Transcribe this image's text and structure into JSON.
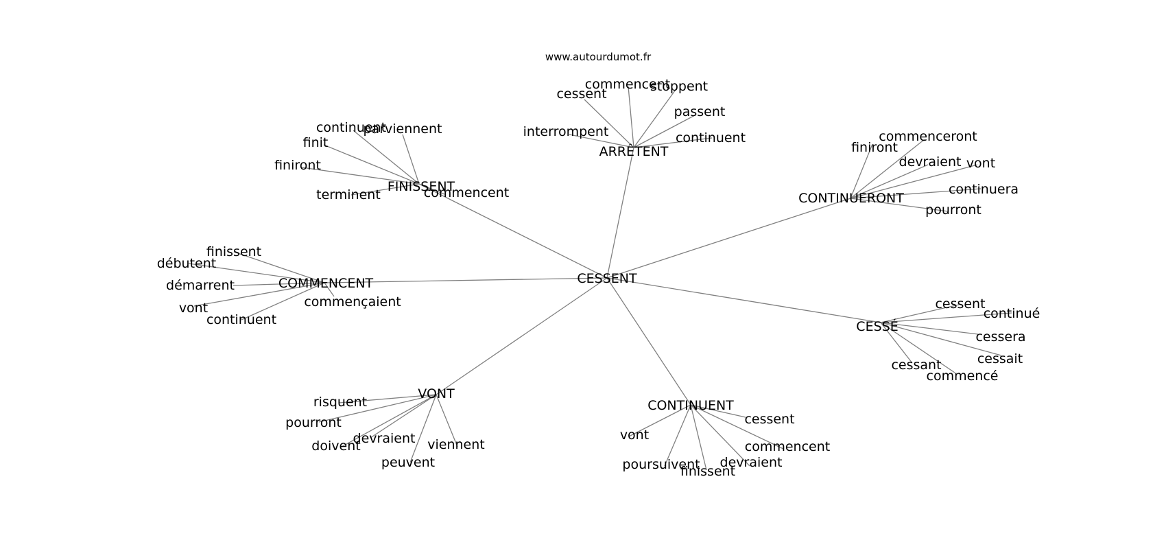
{
  "source_url": "www.autourdumot.fr",
  "colors": {
    "edge": "#808080",
    "text": "#000000",
    "background": "#ffffff"
  },
  "root": {
    "id": "cessent",
    "label": "CESSENT"
  },
  "hubs": [
    {
      "id": "arretent",
      "label": "ARRÊTENT",
      "leaves": [
        "cessent",
        "commencent",
        "stoppent",
        "passent",
        "interrompent",
        "continuent"
      ]
    },
    {
      "id": "finissent",
      "label": "FINISSENT",
      "leaves": [
        "continuent",
        "parviennent",
        "finit",
        "finiront",
        "terminent",
        "commencent"
      ]
    },
    {
      "id": "continueront",
      "label": "CONTINUERONT",
      "leaves": [
        "finiront",
        "commenceront",
        "devraient",
        "vont",
        "continuera",
        "pourront"
      ]
    },
    {
      "id": "commencent",
      "label": "COMMENCENT",
      "leaves": [
        "finissent",
        "débutent",
        "démarrent",
        "vont",
        "continuent",
        "commençaient"
      ]
    },
    {
      "id": "cesse",
      "label": "CESSÉ",
      "leaves": [
        "cessent",
        "continué",
        "cessera",
        "cessait",
        "cessant",
        "commencé"
      ]
    },
    {
      "id": "vont",
      "label": "VONT",
      "leaves": [
        "risquent",
        "pourront",
        "devraient",
        "doivent",
        "viennent",
        "peuvent"
      ]
    },
    {
      "id": "continuent",
      "label": "CONTINUENT",
      "leaves": [
        "cessent",
        "vont",
        "commencent",
        "poursuivent",
        "devraient",
        "finissent"
      ]
    }
  ]
}
